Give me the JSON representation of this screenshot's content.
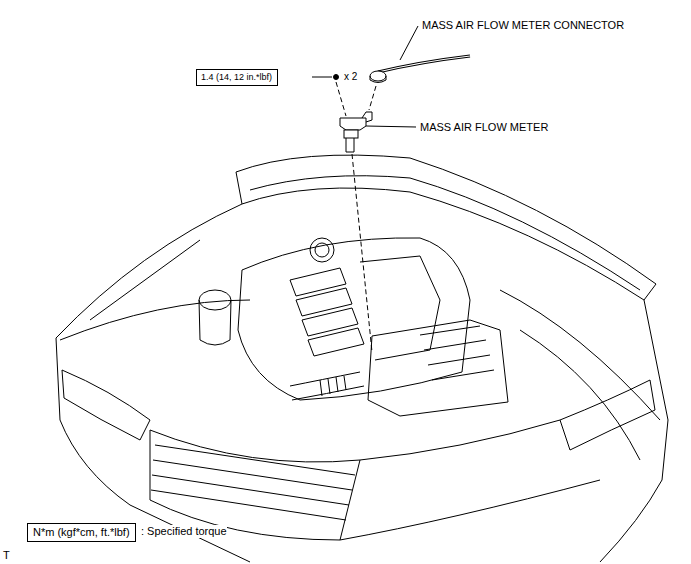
{
  "diagram": {
    "nodes": [
      {
        "text": [
          "1.4 (14, 12 in.*lbf)"
        ]
      },
      {
        "text": [
          "N*m (kgf*cm, ft.*lbf)"
        ]
      }
    ],
    "labels": [
      "MASS AIR FLOW METER CONNECTOR",
      "x 2",
      "MASS AIR FLOW METER",
      ": Specified torque",
      "T"
    ]
  }
}
